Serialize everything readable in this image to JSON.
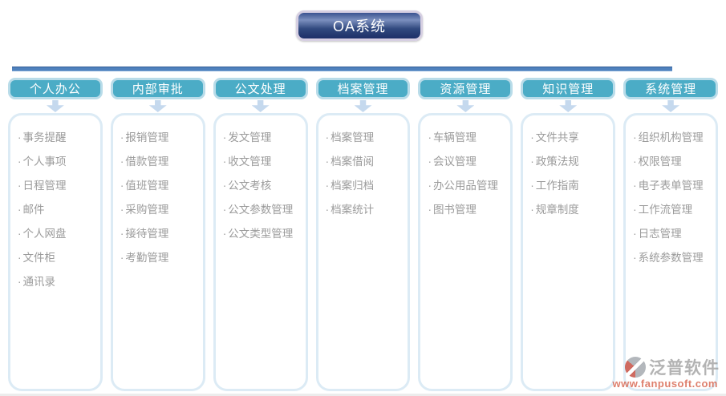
{
  "title": "OA系统",
  "bullet": "·",
  "columns": [
    {
      "header": "个人办公",
      "items": [
        "事务提醒",
        "个人事项",
        "日程管理",
        "邮件",
        "个人网盘",
        "文件柜",
        "通讯录"
      ]
    },
    {
      "header": "内部审批",
      "items": [
        "报销管理",
        "借款管理",
        "值班管理",
        "采购管理",
        "接待管理",
        "考勤管理"
      ]
    },
    {
      "header": "公文处理",
      "items": [
        "发文管理",
        "收文管理",
        "公文考核",
        "公文参数管理",
        "公文类型管理"
      ]
    },
    {
      "header": "档案管理",
      "items": [
        "档案管理",
        "档案借阅",
        "档案归档",
        "档案统计"
      ]
    },
    {
      "header": "资源管理",
      "items": [
        "车辆管理",
        "会议管理",
        "办公用品管理",
        "图书管理"
      ]
    },
    {
      "header": "知识管理",
      "items": [
        "文件共享",
        "政策法规",
        "工作指南",
        "规章制度"
      ]
    },
    {
      "header": "系统管理",
      "items": [
        "组织机构管理",
        "权限管理",
        "电子表单管理",
        "工作流管理",
        "日志管理",
        "系统参数管理"
      ]
    }
  ],
  "watermark": {
    "brand": "泛普软件",
    "url": "www.fanpusoft.com"
  },
  "colors": {
    "header_teal": "#4bacc6",
    "header_border": "#b9dce9",
    "arrow_blue": "#c5d9ee",
    "panel_border": "#dcebf5",
    "item_text": "#9b9b9b",
    "divider_blue": "#4f81bd",
    "title_navy": "#24396f",
    "title_border": "#d6cfe2",
    "watermark_gray": "#9a9a9a",
    "watermark_red": "#d4553c"
  }
}
